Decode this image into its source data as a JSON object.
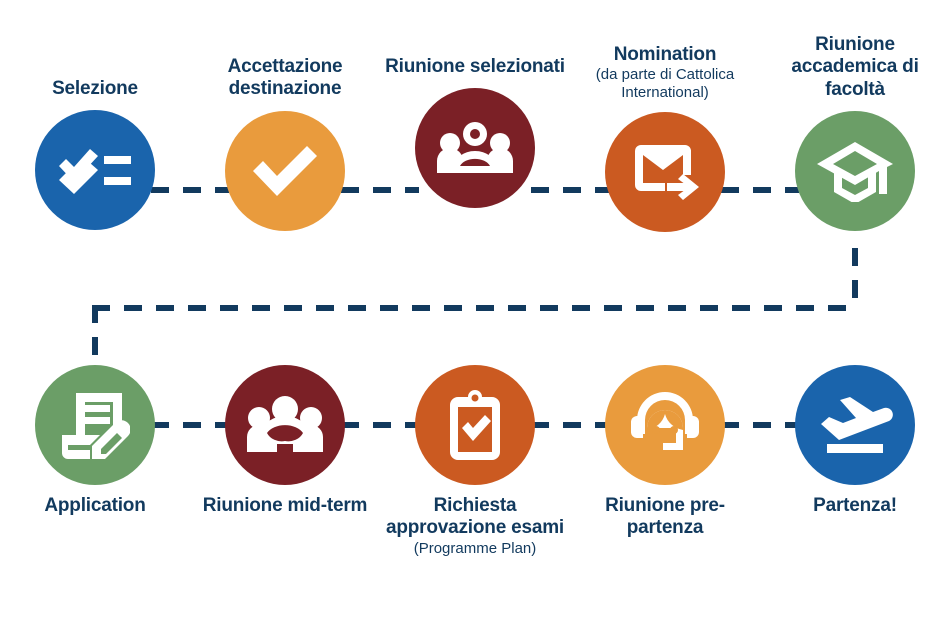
{
  "diagram": {
    "title": "Mobility process flow",
    "colors": {
      "text": "#123a5e",
      "connector": "#123a5e",
      "blue": "#1a64ac",
      "amber": "#e99b3d",
      "maroon": "#7b2026",
      "burnt_orange": "#cb5a21",
      "green": "#6b9e67",
      "icon": "#ffffff",
      "background": "#ffffff"
    },
    "top_row": [
      {
        "id": "selezione",
        "label": "Selezione",
        "sub": "",
        "icon": "checklist-icon",
        "color": "#1a64ac"
      },
      {
        "id": "accettazione-destinazione",
        "label": "Accettazione destinazione",
        "sub": "",
        "icon": "check-icon",
        "color": "#e99b3d"
      },
      {
        "id": "riunione-selezionati",
        "label": "Riunione selezionati",
        "sub": "",
        "icon": "group-people-icon",
        "color": "#7b2026"
      },
      {
        "id": "nomination",
        "label": "Nomination",
        "sub": "(da parte di Cattolica International)",
        "icon": "send-email-icon",
        "color": "#cb5a21"
      },
      {
        "id": "riunione-accademica-di-facolta",
        "label": "Riunione accademica di facoltà",
        "sub": "",
        "icon": "graduation-cap-icon",
        "color": "#6b9e67"
      }
    ],
    "bottom_row": [
      {
        "id": "application",
        "label": "Application",
        "sub": "",
        "icon": "document-edit-icon",
        "color": "#6b9e67"
      },
      {
        "id": "riunione-mid-term",
        "label": "Riunione mid-term",
        "sub": "",
        "icon": "people-group-filled-icon",
        "color": "#7b2026"
      },
      {
        "id": "richiesta-approvazione-esami",
        "label": "Richiesta approvazione esami",
        "sub": "(Programme Plan)",
        "icon": "clipboard-check-icon",
        "color": "#cb5a21"
      },
      {
        "id": "riunione-pre-partenza",
        "label": "Riunione pre-partenza",
        "sub": "",
        "icon": "headset-person-icon",
        "color": "#e99b3d"
      },
      {
        "id": "partenza",
        "label": "Partenza!",
        "sub": "",
        "icon": "flight-takeoff-icon",
        "color": "#1a64ac"
      }
    ]
  }
}
